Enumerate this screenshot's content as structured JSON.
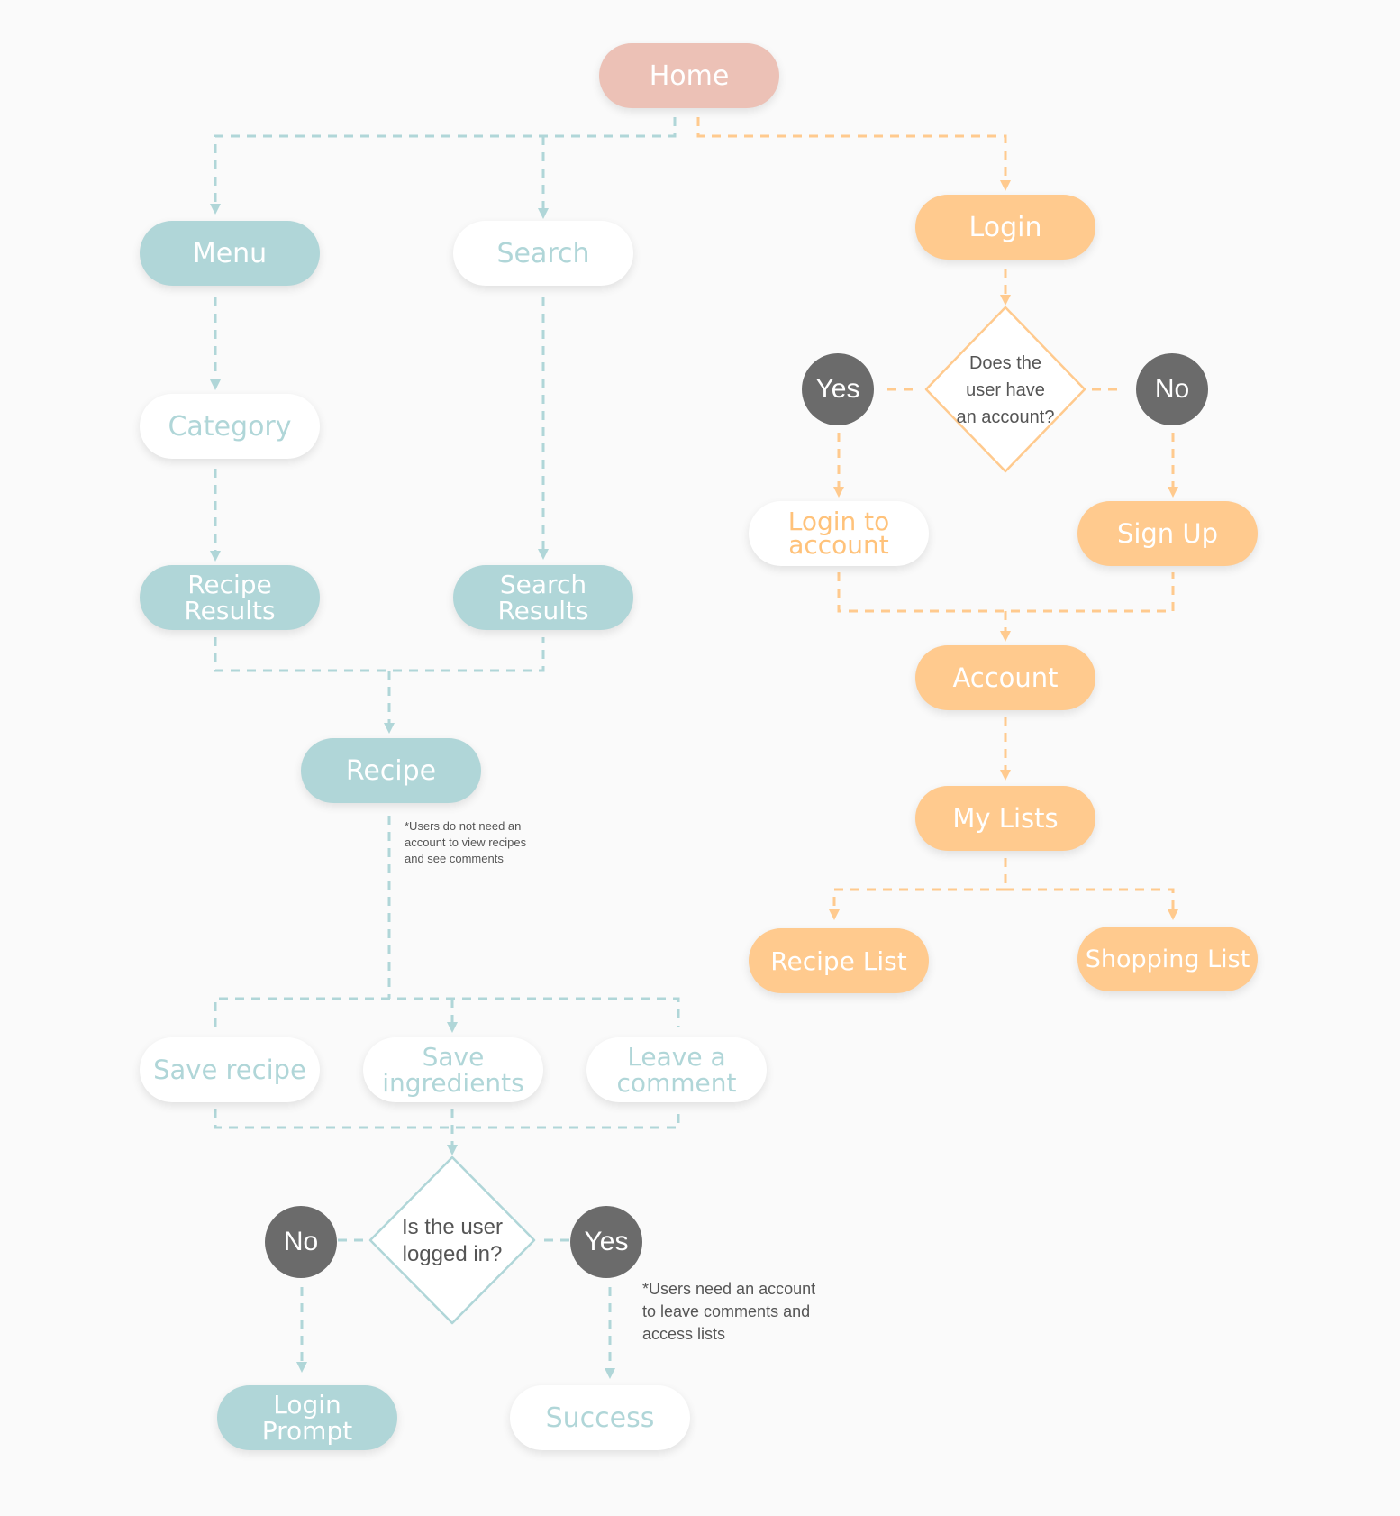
{
  "nodes": {
    "home": "Home",
    "menu": "Menu",
    "search": "Search",
    "category": "Category",
    "recipe_results": "Recipe\nResults",
    "search_results": "Search\nResults",
    "recipe": "Recipe",
    "save_recipe": "Save recipe",
    "save_ingredients": "Save\ningredients",
    "leave_comment": "Leave a\ncomment",
    "login_prompt": "Login\nPrompt",
    "success": "Success",
    "login": "Login",
    "login_to_account": "Login to\naccount",
    "sign_up": "Sign Up",
    "account": "Account",
    "my_lists": "My Lists",
    "recipe_list": "Recipe List",
    "shopping_list": "Shopping List"
  },
  "decisions": {
    "has_account": "Does the\nuser have\nan account?",
    "logged_in": "Is the user\nlogged in?"
  },
  "answers": {
    "has_account_yes": "Yes",
    "has_account_no": "No",
    "logged_in_no": "No",
    "logged_in_yes": "Yes"
  },
  "notes": {
    "recipe_note": "*Users do not need an\naccount to view recipes\nand see comments",
    "account_note": "*Users need an account\nto leave comments and\naccess lists"
  },
  "colors": {
    "teal": "#b0d6d8",
    "orange": "#ffca8e",
    "pink": "#ecc1b6",
    "gray": "#6b6b6b"
  }
}
